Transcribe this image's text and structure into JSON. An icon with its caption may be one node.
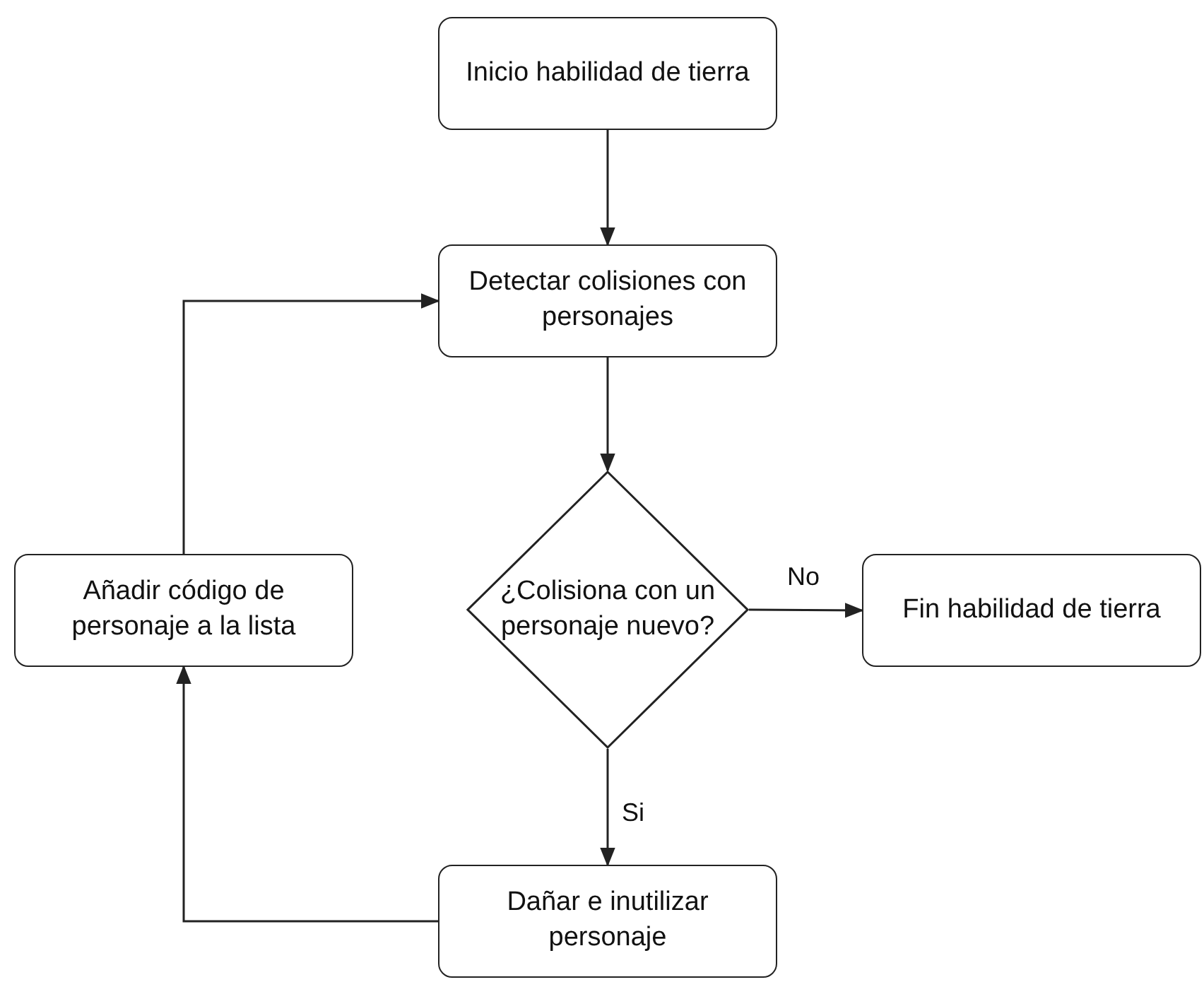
{
  "diagram": {
    "nodes": [
      {
        "text": [
          "Inicio habilidad de tierra"
        ]
      },
      {
        "text": [
          "Detectar colisiones con personajes"
        ]
      },
      {
        "text": [
          "¿Colisiona con un personaje nuevo?"
        ]
      },
      {
        "text": [
          "Fin habilidad de tierra"
        ]
      },
      {
        "text": [
          "Añadir código de personaje a la lista"
        ]
      },
      {
        "text": [
          "Dañar e inutilizar personaje"
        ]
      }
    ],
    "edges": [
      {
        "from": 0,
        "to": 1,
        "arrow": "to"
      },
      {
        "from": 1,
        "to": 2,
        "arrow": "to"
      },
      {
        "from": 2,
        "to": 3,
        "arrow": "to",
        "label": "No"
      },
      {
        "from": 2,
        "to": 5,
        "arrow": "to",
        "label": "Si"
      },
      {
        "from": 5,
        "to": 4,
        "arrow": "to"
      },
      {
        "from": 4,
        "to": 1,
        "arrow": "to"
      }
    ]
  }
}
